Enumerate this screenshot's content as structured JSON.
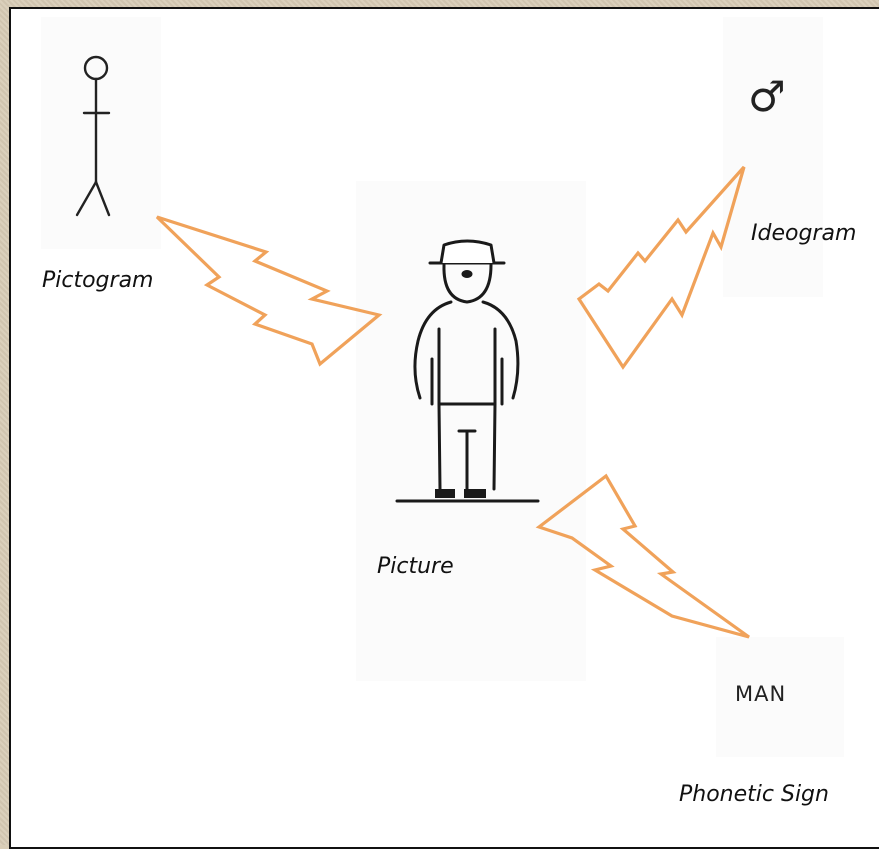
{
  "labels": {
    "pictogram": "Pictogram",
    "ideogram": "Ideogram",
    "picture": "Picture",
    "phonetic_sign": "Phonetic Sign"
  },
  "signs": {
    "ideogram_symbol": "♂",
    "phonetic_word": "MAN"
  },
  "icons": {
    "stick_figure": "stick-figure-icon",
    "man_with_hat": "man-with-hat-icon",
    "lightning": "lightning-bolt-icon"
  },
  "colors": {
    "bolt": "#f0a25a",
    "ink": "#222222",
    "background": "#ffffff",
    "frame": "#d8ccb6"
  }
}
